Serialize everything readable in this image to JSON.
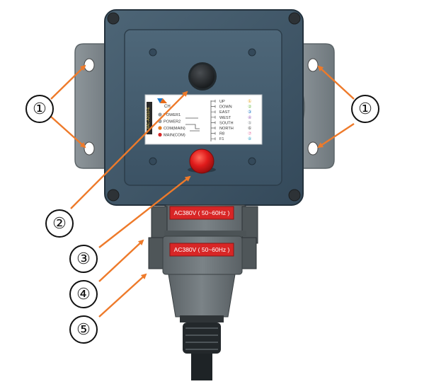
{
  "device": {
    "label_panel": {
      "vertical_tag": "XAC-A2010-E",
      "top_label": "CH",
      "left_labels": [
        "POWER1",
        "POWER2",
        "COM(MAIN)",
        "MAIN(COM)"
      ],
      "right_labels": [
        "UP",
        "DOWN",
        "EAST",
        "WEST",
        "SOUTH",
        "NORTH",
        "R8",
        "F1"
      ],
      "right_numbers": [
        "①",
        "②",
        "③",
        "④",
        "⑤",
        "⑥",
        "⑦",
        "⑧"
      ]
    },
    "plugs": {
      "upper_rating": "AC380V ( 50~60Hz )",
      "lower_rating": "AC380V ( 50~60Hz )"
    }
  },
  "callouts": {
    "mount_left": "①",
    "mount_right": "①",
    "button": "②",
    "connector_upper": "③",
    "connector_lower": "④",
    "cable_gland": "⑤"
  },
  "colors": {
    "enclosure": "#3f5566",
    "enclosure_dark": "#2c3d4a",
    "bracket": "#8c9498",
    "leader": "#ee7a2a",
    "red_button": "#e51d1d",
    "warning_label": "#d82626",
    "plug_gray": "#6e7579"
  }
}
